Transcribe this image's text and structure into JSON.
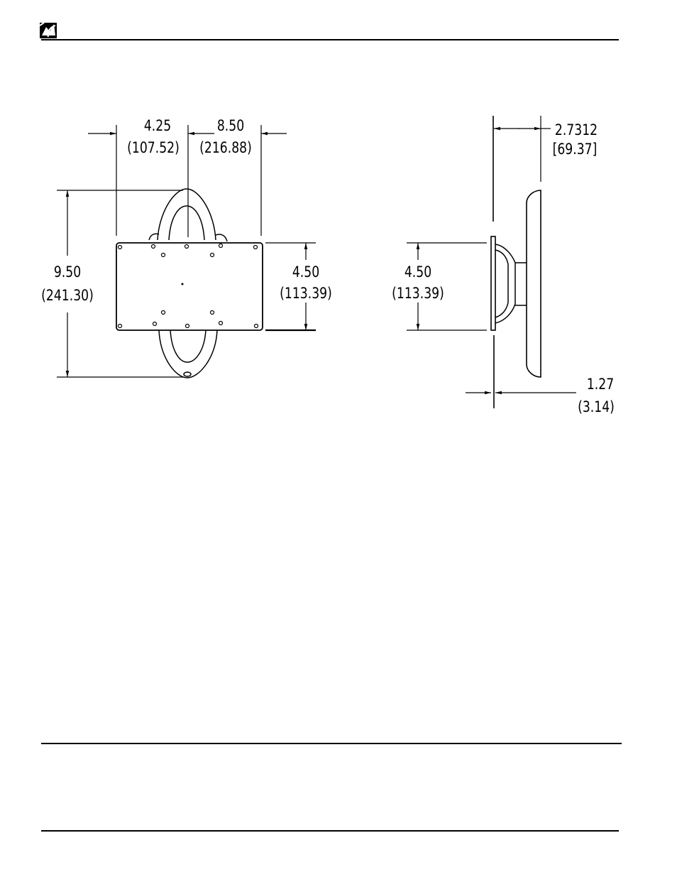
{
  "logo": {
    "icon": "brand-logo-icon"
  },
  "front_view": {
    "width_left": {
      "value": "4.25",
      "metric": "(107.52)"
    },
    "width_right": {
      "value": "8.50",
      "metric": "(216.88)"
    },
    "overall_height": {
      "value": "9.50",
      "metric": "(241.30)"
    },
    "plate_height": {
      "value": "4.50",
      "metric": "(113.39)"
    }
  },
  "side_view": {
    "depth": {
      "value": "2.7312",
      "metric": "[69.37]"
    },
    "plate_height": {
      "value": "4.50",
      "metric": "(113.39)"
    },
    "plate_thickness": {
      "value": "1.27",
      "metric": "(3.14)"
    }
  },
  "colors": {
    "line": "#000000",
    "background": "#ffffff"
  }
}
